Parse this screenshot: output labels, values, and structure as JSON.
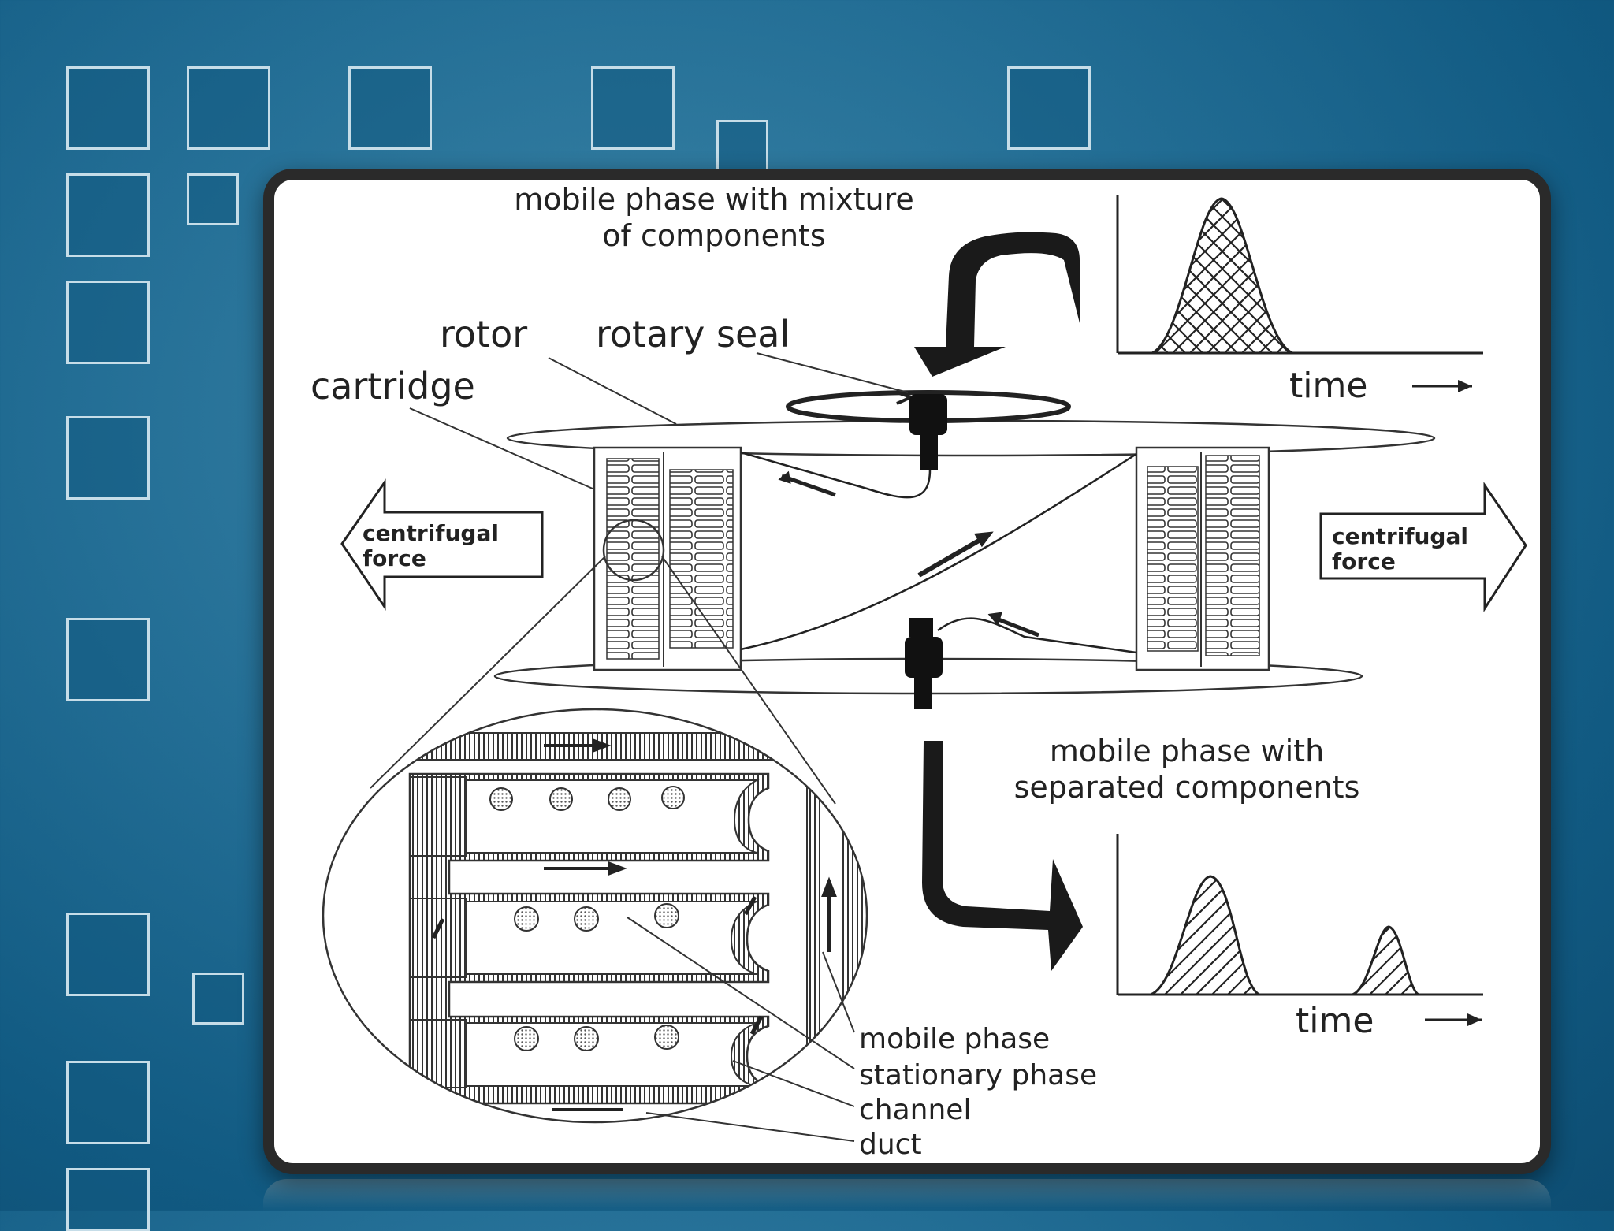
{
  "labels": {
    "mobile_in_line1": "mobile phase with mixture",
    "mobile_in_line2": "of components",
    "rotor": "rotor",
    "rotary_seal": "rotary seal",
    "cartridge": "cartridge",
    "centrifugal_left_1": "centrifugal",
    "centrifugal_left_2": "force",
    "centrifugal_right_1": "centrifugal",
    "centrifugal_right_2": "force",
    "mobile_out_line1": "mobile phase with",
    "mobile_out_line2": "separated components",
    "time_top": "time",
    "time_bottom": "time",
    "legend_mobile": "mobile phase",
    "legend_stationary": "stationary phase",
    "legend_channel": "channel",
    "legend_duct": "duct"
  },
  "colors": {
    "background": "#1a6a94",
    "deco_border": "#c6dde8",
    "frame": "#2a2a2a",
    "ink": "#222222"
  }
}
